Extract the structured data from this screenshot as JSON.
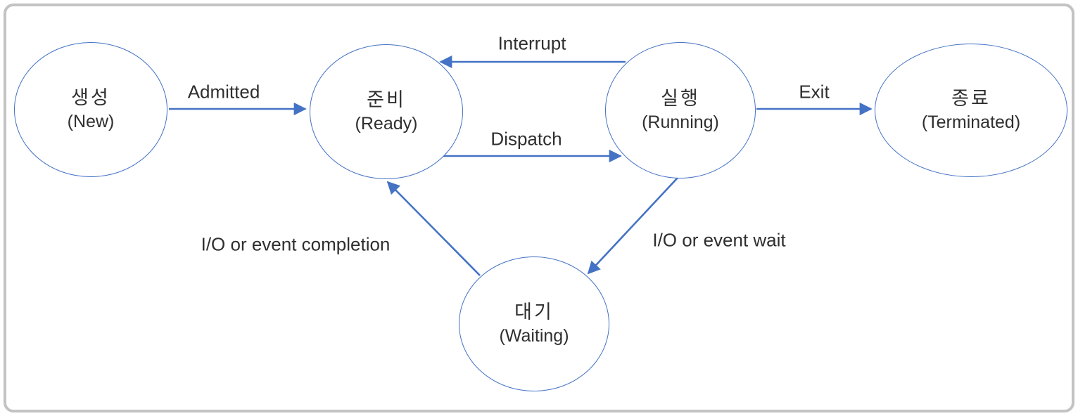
{
  "nodes": [
    {
      "id": "new",
      "label_ko": "생성",
      "label_en": "(New)"
    },
    {
      "id": "ready",
      "label_ko": "준비",
      "label_en": "(Ready)"
    },
    {
      "id": "running",
      "label_ko": "실행",
      "label_en": "(Running)"
    },
    {
      "id": "terminated",
      "label_ko": "종료",
      "label_en": "(Terminated)"
    },
    {
      "id": "waiting",
      "label_ko": "대기",
      "label_en": "(Waiting)"
    }
  ],
  "edges": [
    {
      "label": "Admitted",
      "from": "new",
      "to": "ready"
    },
    {
      "label": "Interrupt",
      "from": "running",
      "to": "ready"
    },
    {
      "label": "Dispatch",
      "from": "ready",
      "to": "running"
    },
    {
      "label": "Exit",
      "from": "running",
      "to": "terminated"
    },
    {
      "label": "I/O or event wait",
      "from": "running",
      "to": "waiting"
    },
    {
      "label": "I/O or event completion",
      "from": "waiting",
      "to": "ready"
    }
  ],
  "colors": {
    "accent": "#4472C4",
    "frame_border": "#c3c3c3",
    "text": "#2f2f2f",
    "background": "#ffffff"
  }
}
